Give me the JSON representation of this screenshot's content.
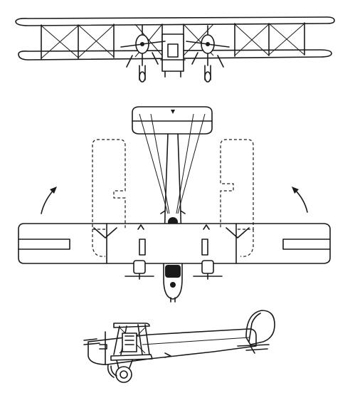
{
  "figure": {
    "kind": "three-view line drawing of a biplane",
    "line_color": "#1a1a1a",
    "background": "#ffffff",
    "views": [
      "front",
      "top",
      "side"
    ]
  }
}
